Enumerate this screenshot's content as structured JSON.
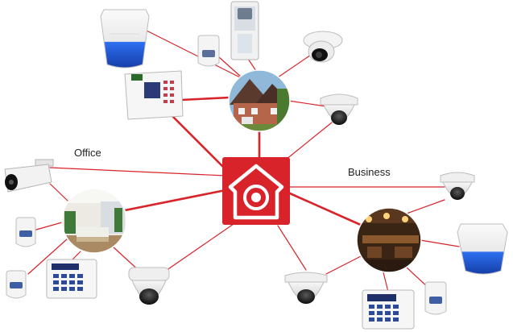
{
  "labels": {
    "office": "Office",
    "business": "Business"
  },
  "colors": {
    "link": "#d8232a",
    "hub": "#d8232a",
    "device_white": "#f3f3f3",
    "device_outline": "#b7b7b7",
    "siren_blue": "#1e5bd6",
    "camera_dark": "#1f1f1f"
  },
  "hub": {
    "icon": "home-security-icon"
  },
  "scenes": [
    {
      "name": "house",
      "icon": "house-scene"
    },
    {
      "name": "office",
      "icon": "office-scene"
    },
    {
      "name": "business",
      "icon": "restaurant-scene"
    }
  ],
  "devices": [
    {
      "name": "siren-top-left",
      "icon": "siren-icon"
    },
    {
      "name": "pir-sensor-top",
      "icon": "motion-sensor-icon"
    },
    {
      "name": "outdoor-detector-top",
      "icon": "outdoor-detector-icon"
    },
    {
      "name": "turret-camera-top-right",
      "icon": "turret-camera-icon"
    },
    {
      "name": "alarm-keypad-top",
      "icon": "keypad-icon"
    },
    {
      "name": "dome-camera-top-right",
      "icon": "dome-camera-icon"
    },
    {
      "name": "bullet-camera-left",
      "icon": "bullet-camera-icon"
    },
    {
      "name": "pir-sensor-left-1",
      "icon": "motion-sensor-icon"
    },
    {
      "name": "pir-sensor-left-2",
      "icon": "motion-sensor-icon"
    },
    {
      "name": "keypad-left",
      "icon": "keypad-icon"
    },
    {
      "name": "dome-camera-bottom-left",
      "icon": "dome-camera-icon"
    },
    {
      "name": "dome-camera-right",
      "icon": "dome-camera-icon"
    },
    {
      "name": "siren-right",
      "icon": "siren-icon"
    },
    {
      "name": "dome-camera-bottom-center",
      "icon": "dome-camera-icon"
    },
    {
      "name": "keypad-bottom-right",
      "icon": "keypad-icon"
    },
    {
      "name": "pir-sensor-bottom-right",
      "icon": "motion-sensor-icon"
    }
  ]
}
